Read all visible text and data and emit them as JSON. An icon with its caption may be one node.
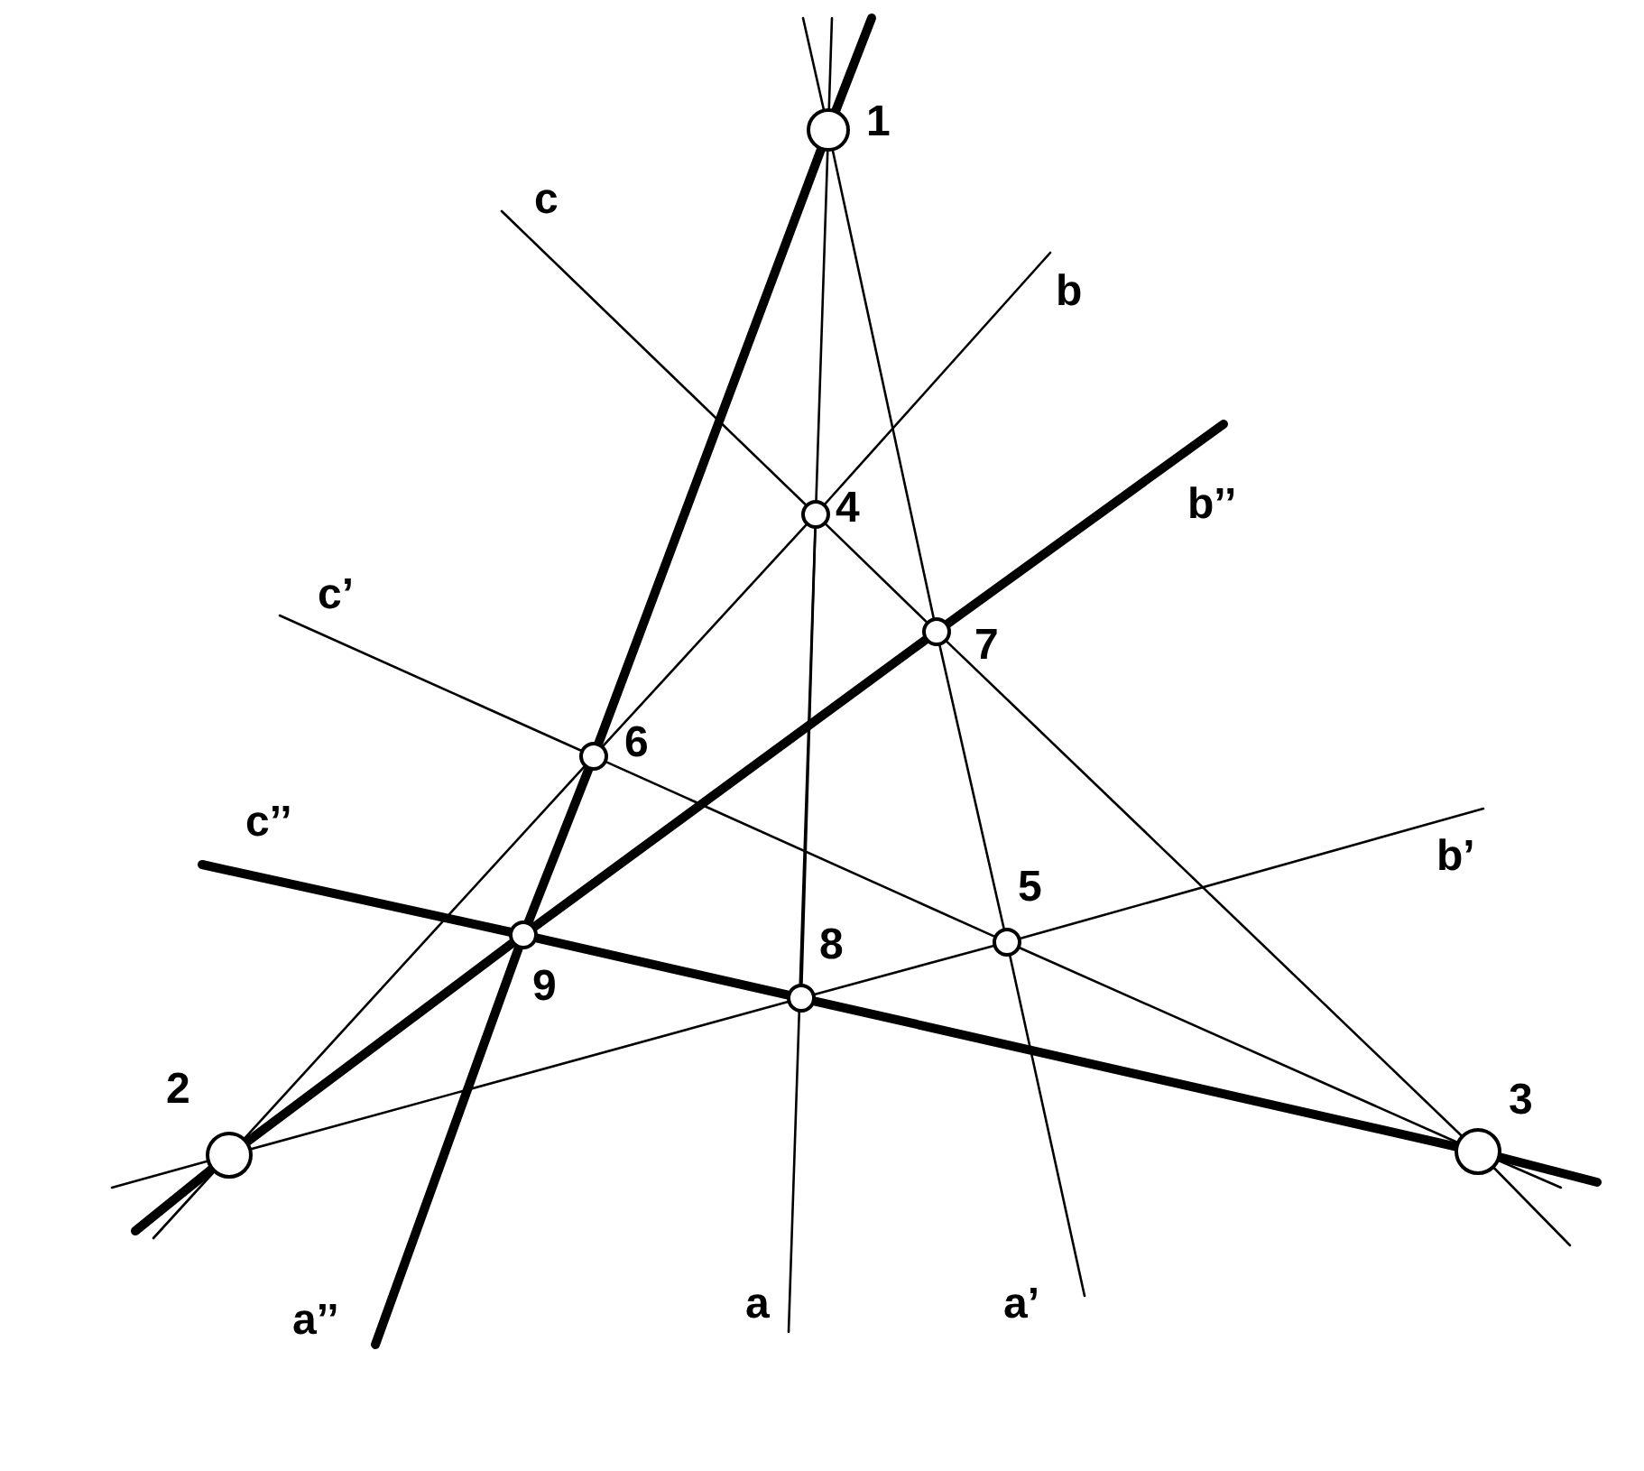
{
  "diagram": {
    "nodes": [
      {
        "text": [],
        "shape": "circle",
        "beside": [
          "1"
        ]
      },
      {
        "text": [],
        "shape": "circle",
        "beside": [
          "2"
        ]
      },
      {
        "text": [],
        "shape": "circle",
        "beside": [
          "3"
        ]
      },
      {
        "text": [],
        "shape": "circle",
        "beside": [
          "4"
        ]
      },
      {
        "text": [],
        "shape": "circle",
        "beside": [
          "5"
        ]
      },
      {
        "text": [],
        "shape": "circle",
        "beside": [
          "6"
        ]
      },
      {
        "text": [],
        "shape": "circle",
        "beside": [
          "7"
        ]
      },
      {
        "text": [],
        "shape": "circle",
        "beside": [
          "8"
        ]
      },
      {
        "text": [],
        "shape": "circle",
        "beside": [
          "9"
        ]
      }
    ],
    "edges": [
      {
        "from": 0,
        "to": 3,
        "arrow": "none"
      },
      {
        "from": 3,
        "to": 7,
        "arrow": "none"
      },
      {
        "from": 0,
        "to": 6,
        "arrow": "none"
      },
      {
        "from": 6,
        "to": 4,
        "arrow": "none"
      },
      {
        "from": 0,
        "to": 5,
        "arrow": "none",
        "style": "thick"
      },
      {
        "from": 5,
        "to": 8,
        "arrow": "none",
        "style": "thick"
      },
      {
        "from": 1,
        "to": 5,
        "arrow": "none"
      },
      {
        "from": 5,
        "to": 3,
        "arrow": "none"
      },
      {
        "from": 1,
        "to": 7,
        "arrow": "none"
      },
      {
        "from": 7,
        "to": 4,
        "arrow": "none"
      },
      {
        "from": 1,
        "to": 8,
        "arrow": "none",
        "style": "thick"
      },
      {
        "from": 8,
        "to": 6,
        "arrow": "none",
        "style": "thick"
      },
      {
        "from": 2,
        "to": 6,
        "arrow": "none"
      },
      {
        "from": 6,
        "to": 3,
        "arrow": "none"
      },
      {
        "from": 2,
        "to": 4,
        "arrow": "none"
      },
      {
        "from": 4,
        "to": 5,
        "arrow": "none"
      },
      {
        "from": 2,
        "to": 7,
        "arrow": "none",
        "style": "thick"
      },
      {
        "from": 7,
        "to": 8,
        "arrow": "none",
        "style": "thick"
      }
    ],
    "labels": [
      "c",
      "b",
      "b’’",
      "c’",
      "c’’",
      "b’",
      "a’’",
      "a",
      "a’"
    ]
  }
}
